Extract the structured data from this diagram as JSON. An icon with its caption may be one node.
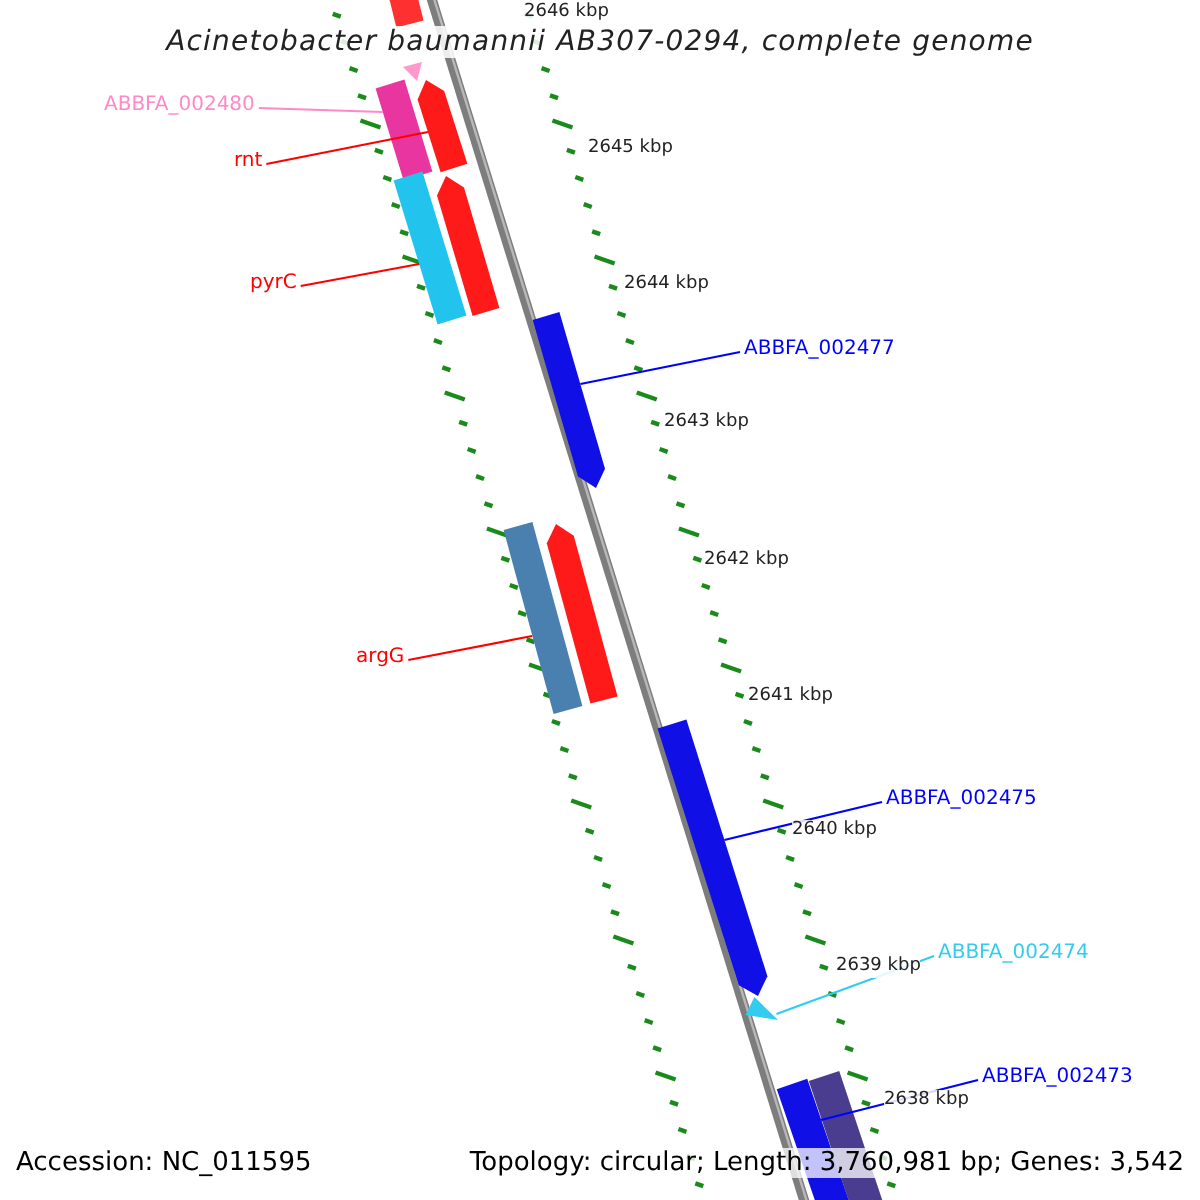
{
  "diagram": {
    "title": "Acinetobacter baumannii AB307-0294, complete genome",
    "nodes": [
      {
        "text": [
          "ABBFA_002480"
        ]
      },
      {
        "text": [],
        "shape": "bar"
      },
      {
        "text": [
          "rnt"
        ]
      },
      {
        "text": [],
        "shape": "bar"
      },
      {
        "text": [
          "pyrC"
        ]
      },
      {
        "text": [],
        "shape": "bar"
      },
      {
        "text": [
          "ABBFA_002477"
        ]
      },
      {
        "text": [],
        "shape": "bar"
      },
      {
        "text": [
          "argG"
        ]
      },
      {
        "text": [],
        "shape": "bar"
      },
      {
        "text": [
          "ABBFA_002475"
        ]
      },
      {
        "text": [],
        "shape": "bar"
      },
      {
        "text": [
          "ABBFA_002474"
        ]
      },
      {
        "text": [],
        "shape": "triangle"
      },
      {
        "text": [
          "ABBFA_002473"
        ]
      },
      {
        "text": [],
        "shape": "bar"
      },
      {
        "text": [],
        "shape": "bar"
      },
      {
        "text": [],
        "shape": "triangle"
      },
      {
        "text": [],
        "shape": "bar"
      },
      {
        "text": [],
        "shape": "bar"
      },
      {
        "text": [],
        "shape": "bar"
      }
    ],
    "edges": [
      {
        "from": 0,
        "to": 1,
        "arrow": "none",
        "color": "#ff88c8"
      },
      {
        "from": 2,
        "to": 3,
        "arrow": "none",
        "color": "#ff0000"
      },
      {
        "from": 4,
        "to": 5,
        "arrow": "none",
        "color": "#ff0000"
      },
      {
        "from": 6,
        "to": 7,
        "arrow": "none",
        "color": "#0000ff"
      },
      {
        "from": 8,
        "to": 9,
        "arrow": "none",
        "color": "#ff0000"
      },
      {
        "from": 10,
        "to": 11,
        "arrow": "none",
        "color": "#0000ff"
      },
      {
        "from": 12,
        "to": 13,
        "arrow": "none",
        "color": "#33ccee"
      },
      {
        "from": 14,
        "to": 15,
        "arrow": "none",
        "color": "#0000ff"
      }
    ],
    "labels": [
      "2646 kbp",
      "2645 kbp",
      "2644 kbp",
      "2643 kbp",
      "2642 kbp",
      "2641 kbp",
      "2640 kbp",
      "2639 kbp",
      "2638 kbp",
      "Accession: NC_011595",
      "Topology: circular; Length: 3,760,981 bp; Genes: 3,542"
    ]
  }
}
